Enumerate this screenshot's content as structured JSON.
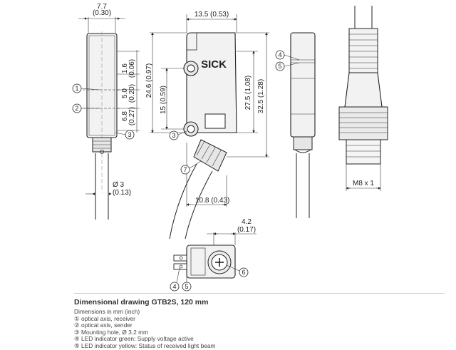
{
  "drawing": {
    "dimensions": {
      "d_7_7": "7.7",
      "d_0_30": "(0.30)",
      "d_13_5": "13.5 (0.53)",
      "d_1_6": "1.6",
      "d_0_06": "(0.06)",
      "d_5_0": "5.0",
      "d_0_20": "(0.20)",
      "d_6_8": "6.8",
      "d_0_27": "(0.27)",
      "d_24_6": "24.6 (0.97)",
      "d_15": "15 (0.59)",
      "d_27_5": "27.5 (1.08)",
      "d_32_5": "32.5 (1.28)",
      "d_dia3": "Ø 3",
      "d_0_13": "(0.13)",
      "d_10_8": "10.8 (0.43)",
      "d_4_2": "4.2",
      "d_0_17": "(0.17)",
      "d_m8": "M8 x 1"
    },
    "brand": "SICK",
    "callouts": {
      "c1": "1",
      "c2": "2",
      "c3": "3",
      "c3b": "3",
      "c4": "4",
      "c5": "5",
      "c7": "7",
      "c4b": "4",
      "c5b": "5",
      "c6": "6"
    }
  },
  "legend": {
    "title": "Dimensional drawing GTB2S, 120 mm",
    "units": "Dimensions in mm (inch)",
    "items": [
      {
        "num": "①",
        "text": "optical axis, receiver"
      },
      {
        "num": "②",
        "text": "optical axis, sender"
      },
      {
        "num": "③",
        "text": "Mounting hole, Ø 3.2 mm"
      },
      {
        "num": "④",
        "text": "LED indicator green: Supply voltage active"
      },
      {
        "num": "⑤",
        "text": "LED indicator yellow: Status of received light beam"
      }
    ]
  }
}
